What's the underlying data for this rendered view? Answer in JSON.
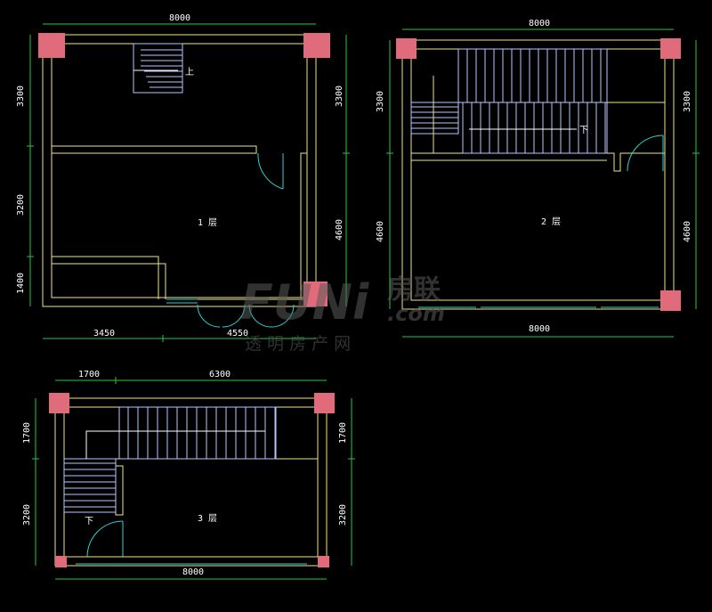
{
  "colors": {
    "background": "#000000",
    "wall": "#f0e68c",
    "column": "#e06b7a",
    "dimension": "#29c742",
    "stair": "#b8c6ff",
    "door": "#2bd3d3",
    "text": "#ffffff",
    "watermark": "#4a4a4a"
  },
  "plans": [
    {
      "id": "floor-1",
      "label": "1 层",
      "stair_marker": "上",
      "dims": {
        "top": "8000",
        "left_upper": "3300",
        "left_middle": "3200",
        "left_lower": "1400",
        "right_upper": "3300",
        "right_lower": "4600",
        "bottom_left": "3450",
        "bottom_right": "4550"
      }
    },
    {
      "id": "floor-2",
      "label": "2 层",
      "stair_marker": "下",
      "dims": {
        "top": "8000",
        "left_upper": "3300",
        "left_lower": "4600",
        "right_upper": "3300",
        "right_lower": "4600",
        "bottom": "8000"
      }
    },
    {
      "id": "floor-3",
      "label": "3 层",
      "stair_marker": "下",
      "dims": {
        "top_left": "1700",
        "top_right": "6300",
        "left_upper": "1700",
        "left_lower": "3200",
        "right_upper": "1700",
        "right_lower": "3200",
        "bottom": "8000"
      }
    }
  ],
  "watermark": {
    "brand": "FUNi",
    "chinese": "房联",
    "domain": ".com",
    "slogan": "透 明 房 产 网"
  }
}
